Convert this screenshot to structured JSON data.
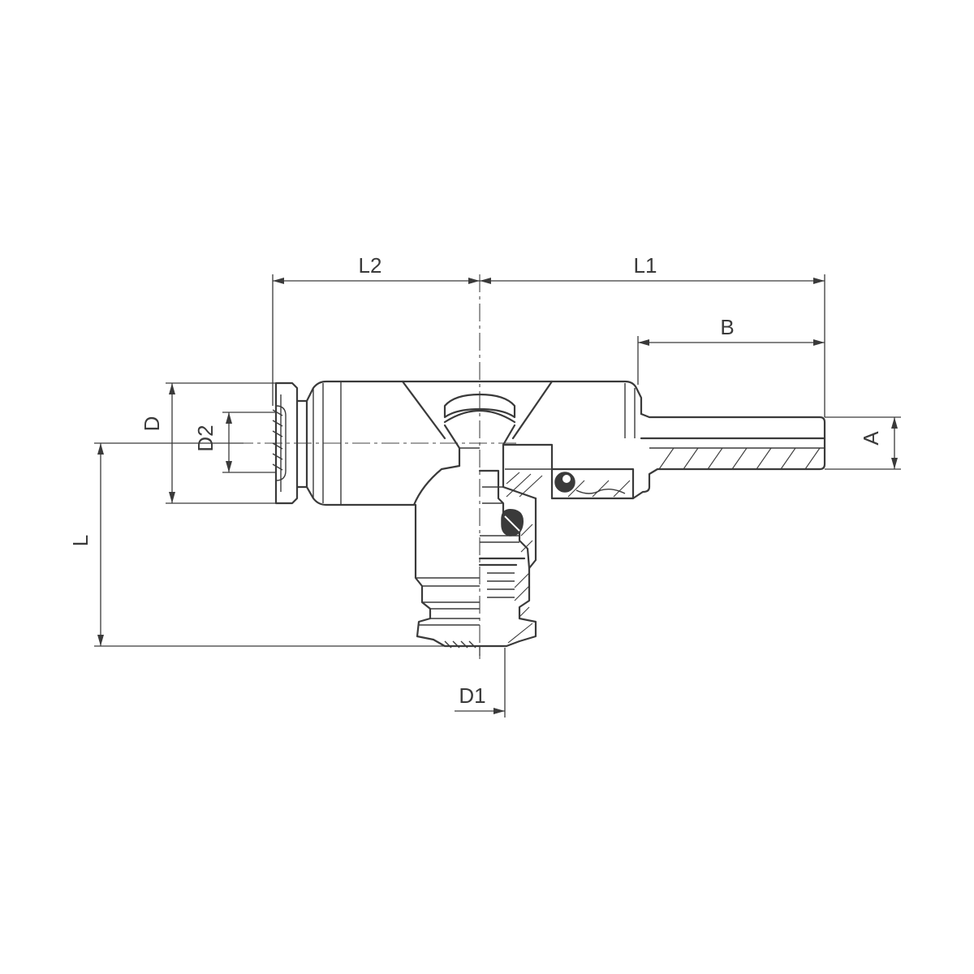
{
  "dimensions": {
    "L2": "L2",
    "L1": "L1",
    "B": "B",
    "A": "A",
    "D": "D",
    "D2": "D2",
    "L": "L",
    "D1": "D1"
  }
}
